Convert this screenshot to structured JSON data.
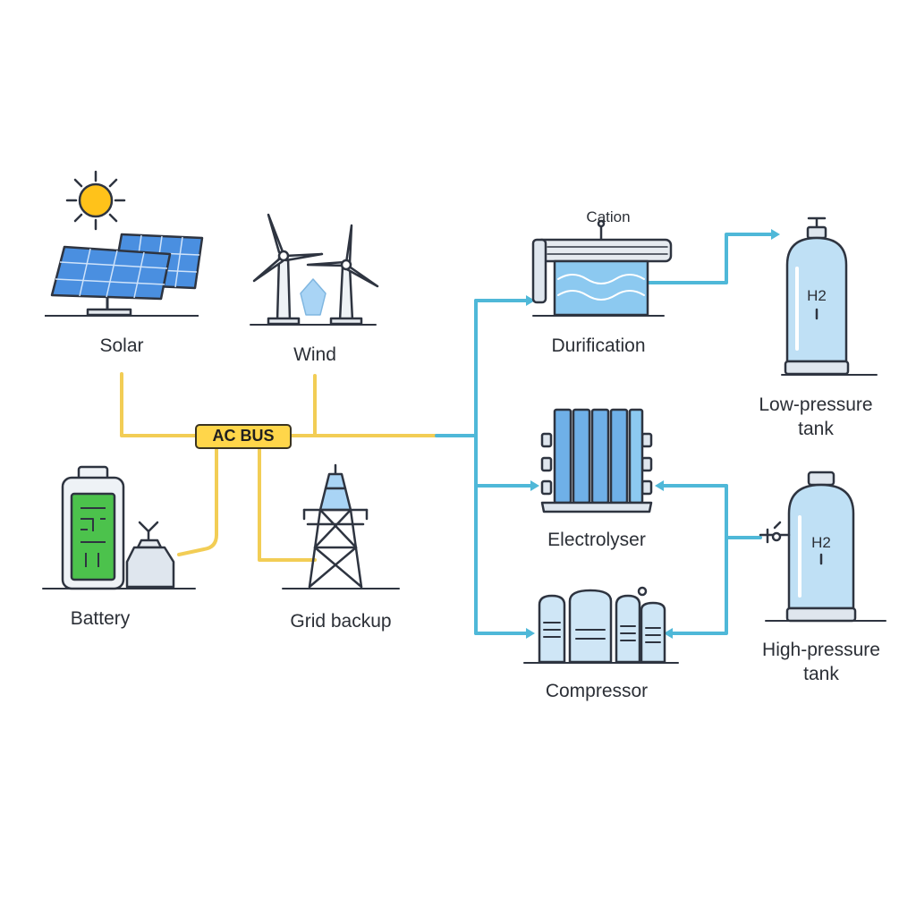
{
  "diagram": {
    "ac_bus": "AC BUS",
    "nodes": {
      "solar": "Solar",
      "wind": "Wind",
      "battery": "Battery",
      "grid_backup": "Grid backup",
      "cation": "Cation",
      "purification": "Durification",
      "electrolyser": "Electrolyser",
      "compressor": "Compressor",
      "low_pressure_tank_line1": "Low-pressure",
      "low_pressure_tank_line2": "tank",
      "high_pressure_tank_line1": "High-pressure",
      "high_pressure_tank_line2": "tank",
      "h2_low": "H2",
      "h2_high": "H2"
    },
    "colors": {
      "power_line": "#f2cd55",
      "water_line": "#4fb8d8",
      "outline": "#2e3440",
      "panel_blue": "#4a8fe0",
      "battery_green": "#4cc24c",
      "sun": "#ffc21a",
      "tank": "#bfe0f5"
    }
  }
}
